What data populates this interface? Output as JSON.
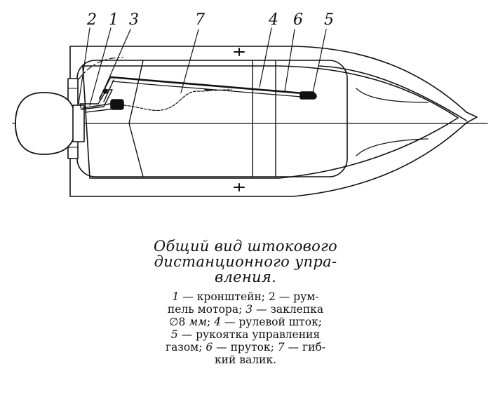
{
  "callouts": {
    "c1": "1",
    "c2": "2",
    "c3": "3",
    "c4": "4",
    "c5": "5",
    "c6": "6",
    "c7": "7"
  },
  "caption": {
    "title_lines": [
      "Общий вид штокового",
      "дистанционного упра-",
      "вления."
    ],
    "legend_lines": [
      [
        "1",
        " — кронштейн;  2 — рум-"
      ],
      [
        "",
        "пель мотора; "
      ],
      [
        "",
        "∅8 "
      ],
      [
        "",
        "5"
      ],
      [
        "",
        "газом; "
      ],
      [
        "",
        "кий валик."
      ]
    ],
    "legend_html": {
      "l1a": "1",
      "l1b": " — кронштейн;  2 — рум-",
      "l2a": "пель мотора; ",
      "l2b": "3",
      "l2c": " — заклепка",
      "l3a": "∅8 ",
      "l3b": "мм",
      "l3c": "; ",
      "l3d": "4",
      "l3e": " — рулевой шток;",
      "l4a": "5",
      "l4b": " — рукоятка  управления",
      "l5a": "газом;  ",
      "l5b": "6",
      "l5c": " — пруток; ",
      "l5d": "7",
      "l5e": " — гиб-",
      "l6a": "кий валик."
    }
  }
}
